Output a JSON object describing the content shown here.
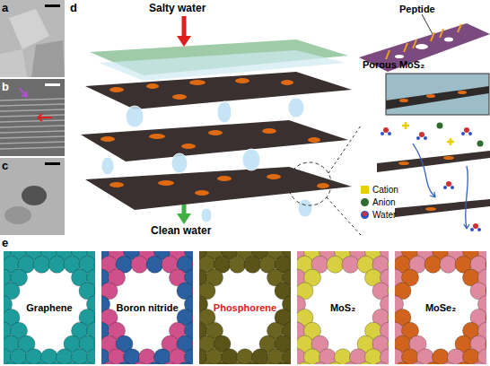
{
  "diagram": {
    "nodes": [
      {
        "text": [
          "Graphene"
        ]
      },
      {
        "text": [
          "Boron nitride"
        ]
      },
      {
        "text": [
          "Phosphorene"
        ]
      },
      {
        "text": [
          "MoS₂"
        ]
      },
      {
        "text": [
          "MoSe₂"
        ]
      }
    ],
    "labels": [
      "a",
      "b",
      "c",
      "d",
      "e",
      "Salty water",
      "Clean water",
      "Peptide",
      "Porous MoS₂"
    ],
    "legend": [
      {
        "text": "Cation",
        "color": "#e8d000"
      },
      {
        "text": "Anion",
        "color": "#2e6b2e"
      },
      {
        "text": "Water"
      }
    ]
  }
}
